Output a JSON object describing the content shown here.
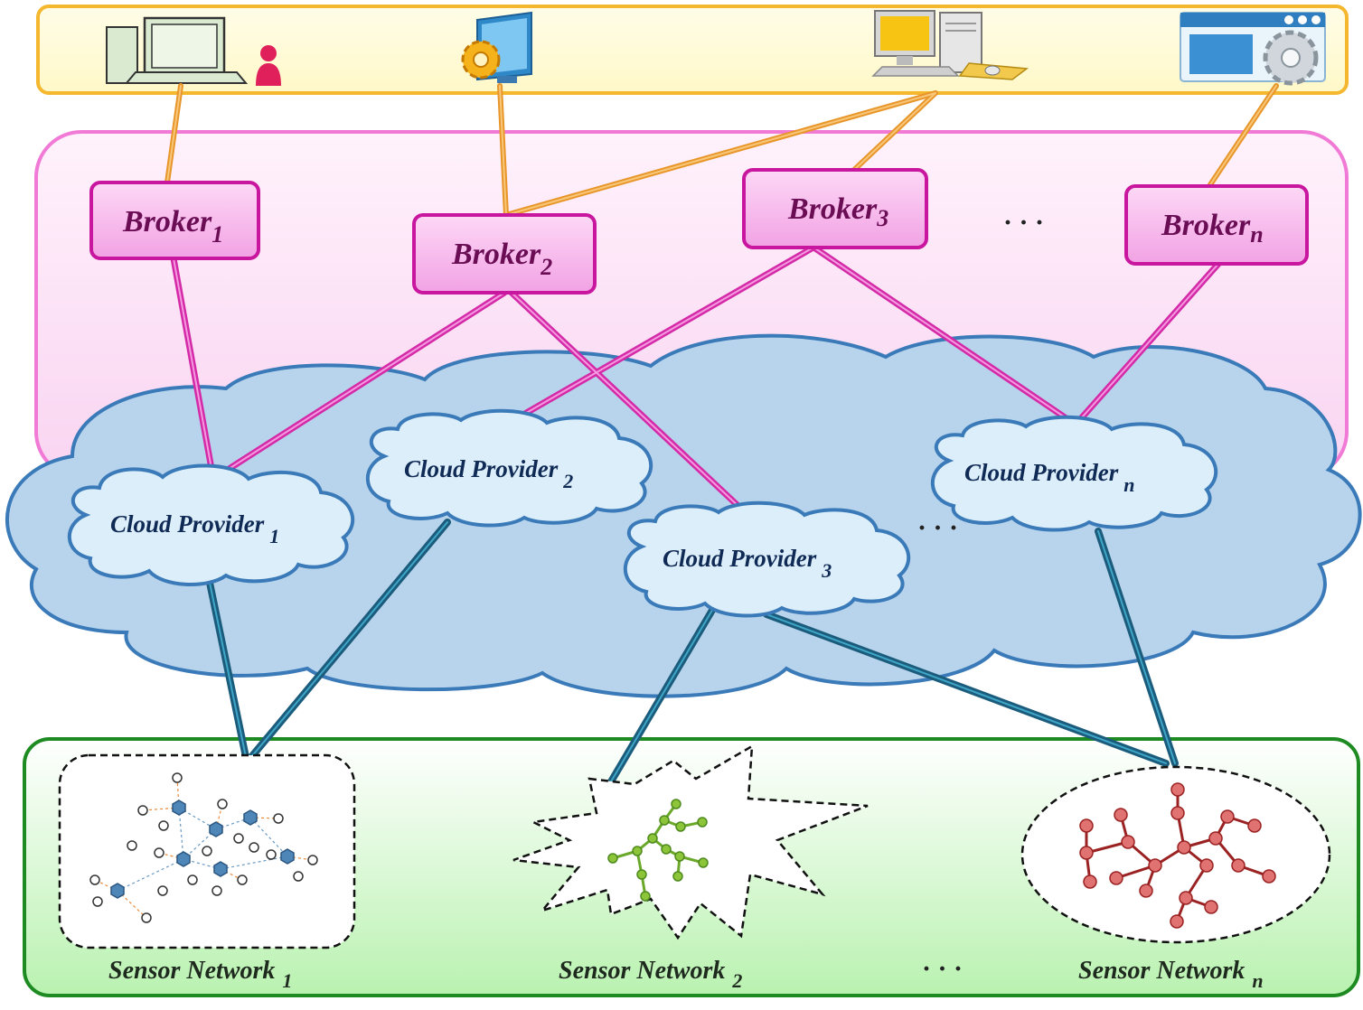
{
  "colors": {
    "user_layer_fill": "#fffbe0",
    "user_layer_border": "#f4b72e",
    "broker_layer_fill": "#fde6f8",
    "broker_layer_border": "#f07ad6",
    "broker_box_fill": "#f7b6ee",
    "broker_box_border": "#c8169e",
    "big_cloud_fill": "#b8d4ec",
    "big_cloud_border": "#3a7ab8",
    "provider_cloud_fill": "#dceefa",
    "sensor_layer_border": "#1e8a22",
    "user_link": "#e8962a",
    "broker_link": "#d42aa8",
    "sensor_link": "#1b5c7c"
  },
  "users": [
    {
      "icon": "laptop-user-icon"
    },
    {
      "icon": "gear-monitor-icon"
    },
    {
      "icon": "desktop-computer-icon"
    },
    {
      "icon": "app-window-gear-icon"
    }
  ],
  "brokers": [
    {
      "label": "Broker",
      "sub": "1"
    },
    {
      "label": "Broker",
      "sub": "2"
    },
    {
      "label": "Broker",
      "sub": "3"
    },
    {
      "label": "Broker",
      "sub": "n"
    }
  ],
  "broker_ellipsis": "· · ·",
  "providers": [
    {
      "label": "Cloud Provider",
      "sub": "1"
    },
    {
      "label": "Cloud Provider",
      "sub": "2"
    },
    {
      "label": "Cloud Provider",
      "sub": "3"
    },
    {
      "label": "Cloud Provider",
      "sub": "n"
    }
  ],
  "provider_ellipsis": "· · ·",
  "sensor_networks": [
    {
      "label": "Sensor Network",
      "sub": "1"
    },
    {
      "label": "Sensor Network",
      "sub": "2"
    },
    {
      "label": "Sensor Network",
      "sub": "n"
    }
  ],
  "sensor_ellipsis": "· · ·"
}
